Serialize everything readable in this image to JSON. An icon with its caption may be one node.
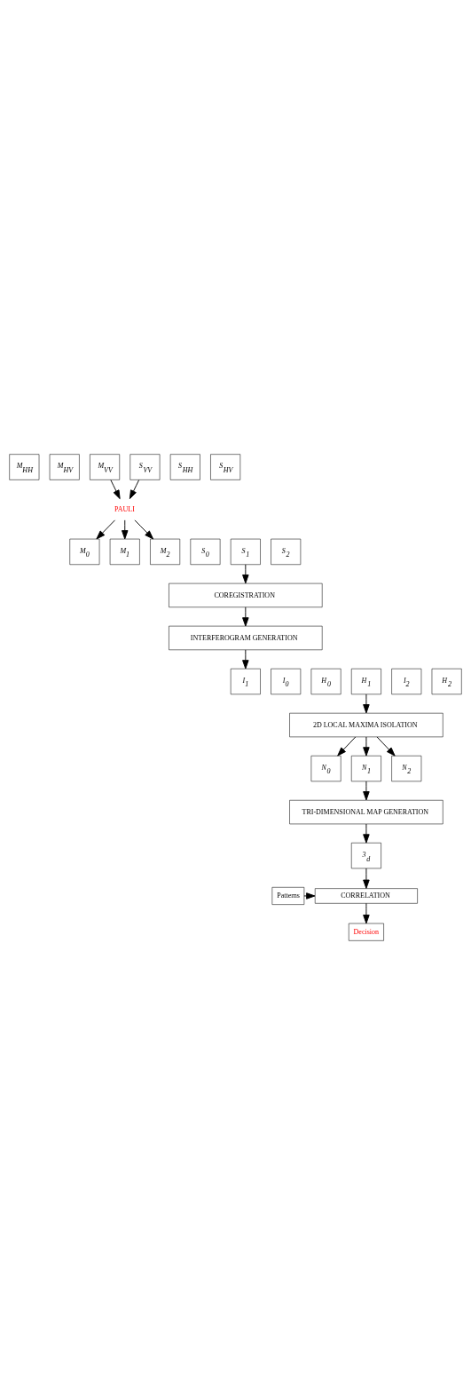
{
  "diagram": {
    "nodes": [
      {
        "text": [
          "M$_{HH}$"
        ]
      },
      {
        "text": [
          "M$_{HV}$"
        ]
      },
      {
        "text": [
          "M$_{VV}$"
        ]
      },
      {
        "text": [
          "S$_{HH}$"
        ]
      },
      {
        "text": [
          "S$_{HV}$"
        ]
      },
      {
        "text": [
          "S$_{VV}$"
        ]
      },
      {
        "text": [
          "PAULI"
        ]
      },
      {
        "text": [
          "M$_{0}$"
        ]
      },
      {
        "text": [
          "S$_{0}$"
        ]
      },
      {
        "text": [
          "M$_{1}$"
        ]
      },
      {
        "text": [
          "S$_{1}$"
        ]
      },
      {
        "text": [
          "M$_{2}$"
        ]
      },
      {
        "text": [
          "S$_{2}$"
        ]
      },
      {
        "text": [
          "COREGISTRATION"
        ]
      },
      {
        "text": [
          "INTERFEROGRAM GENERATION"
        ]
      },
      {
        "text": [
          "I$_{0}$"
        ]
      },
      {
        "text": [
          "H$_{0}$"
        ]
      },
      {
        "text": [
          "I$_{1}$"
        ]
      },
      {
        "text": [
          "H$_{1}$"
        ]
      },
      {
        "text": [
          "I$_{2}$"
        ]
      },
      {
        "text": [
          "H$_{2}$"
        ]
      },
      {
        "text": [
          "2D LOCAL MAXIMA ISOLATION"
        ]
      },
      {
        "text": [
          "N$_{0}$"
        ]
      },
      {
        "text": [
          "N$_{1}$"
        ]
      },
      {
        "text": [
          "N$_{2}$"
        ]
      },
      {
        "text": [
          "TRI-DIMENSIONAL MAP GENERATION"
        ]
      },
      {
        "text": [
          "3$_{d}$"
        ]
      },
      {
        "text": [
          "Patterns"
        ]
      },
      {
        "text": [
          "CORRELATION"
        ]
      },
      {
        "text": [
          "Decision"
        ]
      }
    ],
    "edges": [
      {
        "from": 2,
        "to": 6,
        "arrow": "to"
      },
      {
        "from": 5,
        "to": 6,
        "arrow": "to"
      },
      {
        "from": 6,
        "to": 7,
        "arrow": "to"
      },
      {
        "from": 6,
        "to": 9,
        "arrow": "to"
      },
      {
        "from": 6,
        "to": 11,
        "arrow": "to"
      },
      {
        "from": 10,
        "to": 13,
        "arrow": "to"
      },
      {
        "from": 13,
        "to": 14,
        "arrow": "to"
      },
      {
        "from": 14,
        "to": 17,
        "arrow": "to"
      },
      {
        "from": 18,
        "to": 21,
        "arrow": "to"
      },
      {
        "from": 21,
        "to": 22,
        "arrow": "to"
      },
      {
        "from": 21,
        "to": 23,
        "arrow": "to"
      },
      {
        "from": 21,
        "to": 24,
        "arrow": "to"
      },
      {
        "from": 23,
        "to": 25,
        "arrow": "to"
      },
      {
        "from": 25,
        "to": 26,
        "arrow": "to"
      },
      {
        "from": 26,
        "to": 28,
        "arrow": "to"
      },
      {
        "from": 27,
        "to": 28,
        "arrow": "to"
      },
      {
        "from": 28,
        "to": 29,
        "arrow": "to"
      }
    ]
  }
}
